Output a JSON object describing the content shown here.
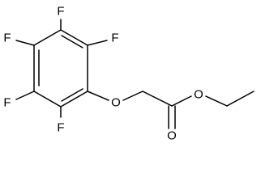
{
  "molecule": {
    "atoms": {
      "f_top": "F",
      "f_upper_left": "F",
      "f_upper_right": "F",
      "f_lower_left": "F",
      "f_bottom": "F",
      "o_ether_aryl": "O",
      "o_carbonyl": "O",
      "o_ester": "O"
    }
  }
}
